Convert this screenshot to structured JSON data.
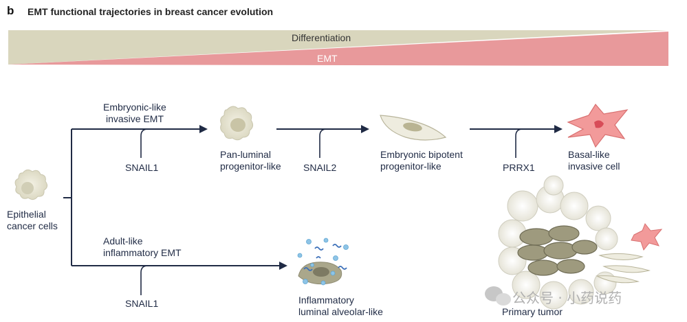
{
  "panel_letter": "b",
  "title": "EMT functional trajectories in breast cancer evolution",
  "gradient": {
    "top_label": "Differentiation",
    "bottom_label": "EMT",
    "top_color": "#d9d6bd",
    "bottom_color": "#e8999b"
  },
  "start": {
    "line1": "Epithelial",
    "line2": "cancer cells"
  },
  "upper_branch": {
    "label_line1": "Embryonic-like",
    "label_line2": "invasive EMT",
    "steps": [
      {
        "factor": "SNAIL1",
        "cell_line1": "Pan-luminal",
        "cell_line2": "progenitor-like"
      },
      {
        "factor": "SNAIL2",
        "cell_line1": "Embryonic bipotent",
        "cell_line2": "progenitor-like"
      },
      {
        "factor": "PRRX1",
        "cell_line1": "Basal-like",
        "cell_line2": "invasive cell"
      }
    ]
  },
  "lower_branch": {
    "label_line1": "Adult-like",
    "label_line2": "inflammatory EMT",
    "factor": "SNAIL1",
    "cell_line1": "Inflammatory",
    "cell_line2": "luminal alveolar-like"
  },
  "tumor": {
    "label": "Primary tumor"
  },
  "watermark": {
    "text": "公众号 · 小药说药"
  },
  "colors": {
    "arrow": "#1f2a44",
    "cell_beige": "#e8e6d6",
    "cell_pink": "#ef8e8e",
    "stroma": "#9a9278"
  }
}
